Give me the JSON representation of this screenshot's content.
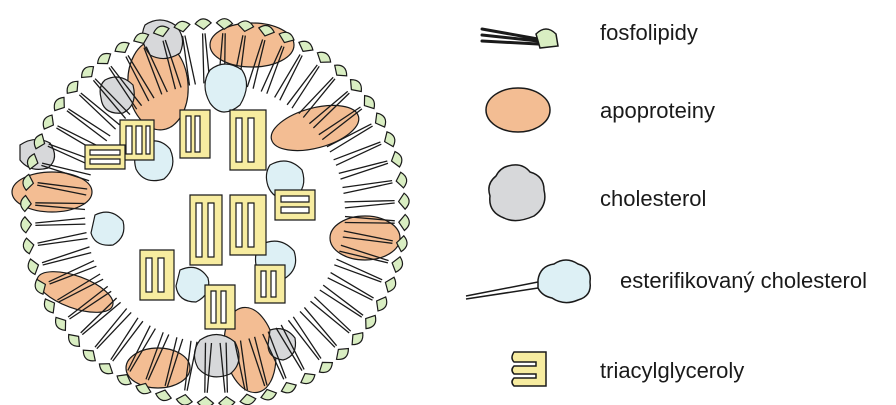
{
  "legend": {
    "items": [
      {
        "key": "phospholipid",
        "label": "fosfolipidy"
      },
      {
        "key": "apoprotein",
        "label": "apoproteiny"
      },
      {
        "key": "cholesterol",
        "label": "cholesterol"
      },
      {
        "key": "esterified_cholesterol",
        "label": "esterifikovaný cholesterol"
      },
      {
        "key": "triacylglycerol",
        "label": "triacylglyceroly"
      }
    ]
  },
  "colors": {
    "phospholipid_head": "#d9eec2",
    "apoprotein": "#f3bd93",
    "cholesterol": "#d7d8da",
    "esterified_cholesterol": "#ddf0f5",
    "triacylglycerol": "#f7eca0",
    "outline": "#1a1a1a"
  },
  "icons": {
    "phospholipid": "phospholipid-icon",
    "apoprotein": "apoprotein-icon",
    "cholesterol": "cholesterol-icon",
    "esterified_cholesterol": "esterified-cholesterol-icon",
    "triacylglycerol": "triacylglycerol-icon"
  }
}
